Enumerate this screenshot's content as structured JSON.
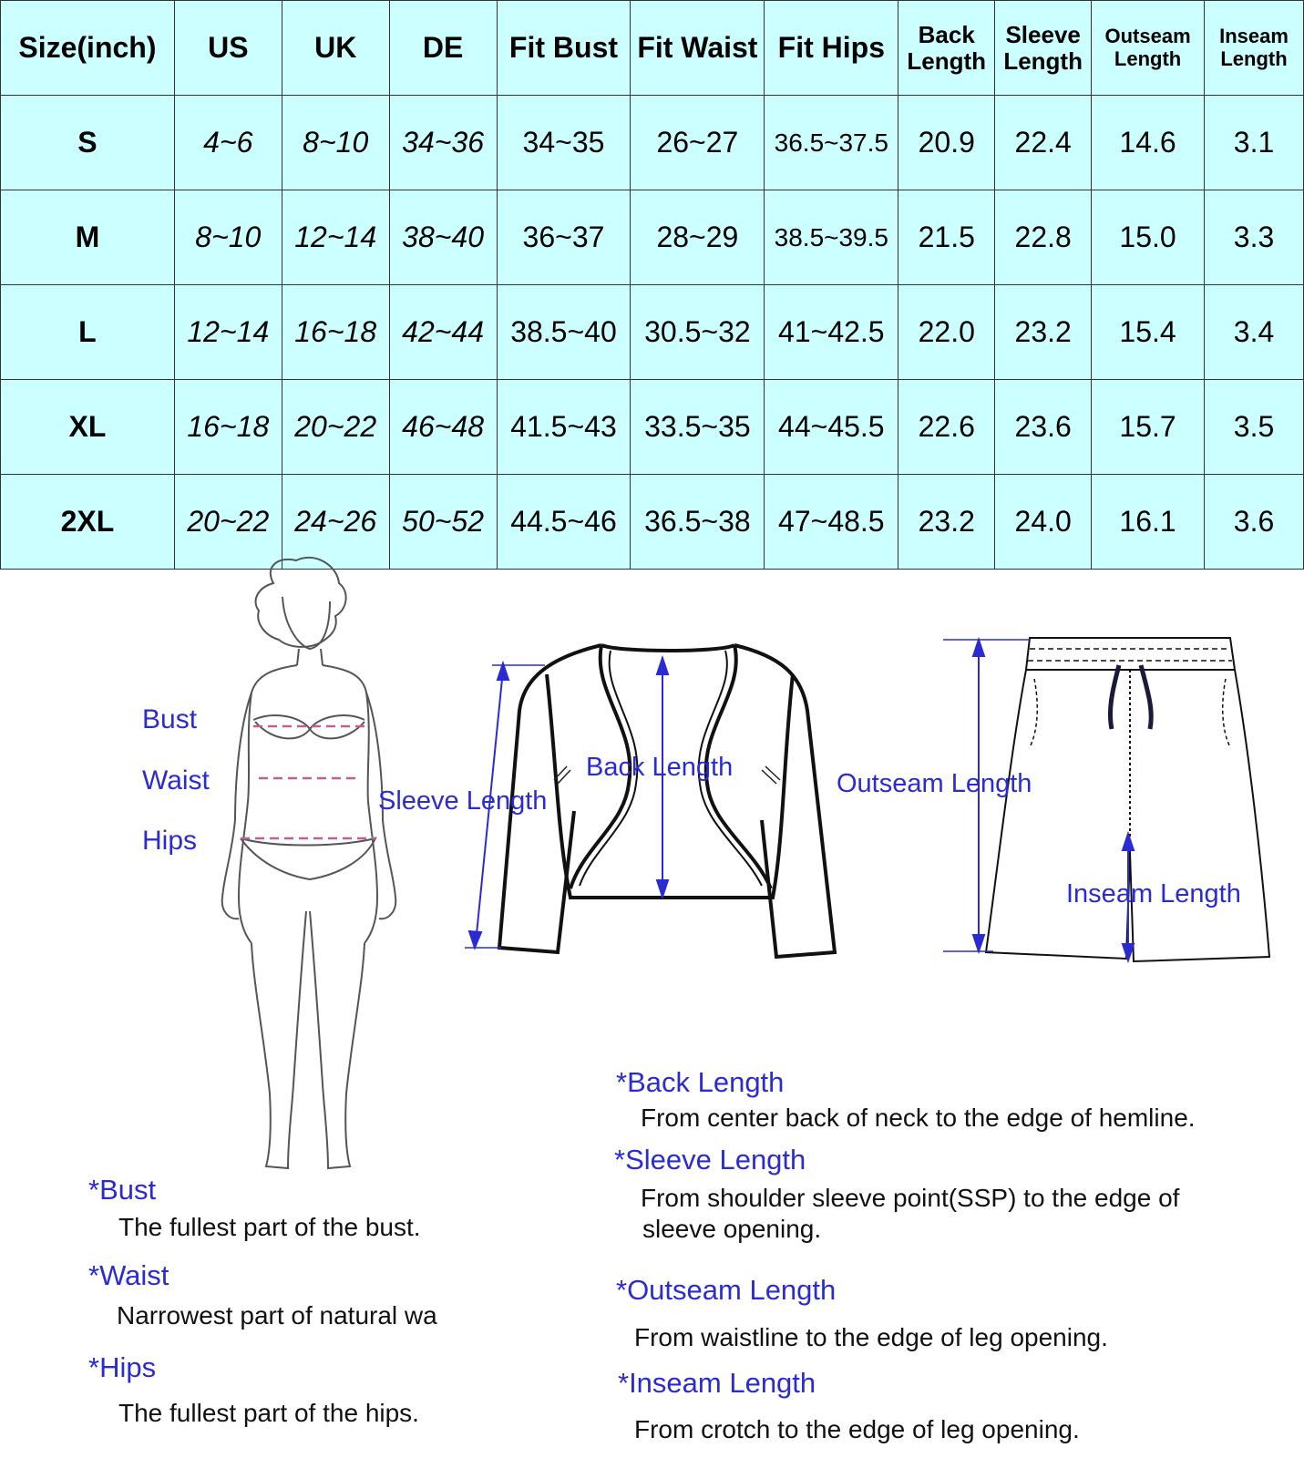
{
  "colors": {
    "table_bg": "#ccffff",
    "label_blue": "#2b2bd4",
    "measure_pink": "#c06090"
  },
  "table": {
    "headers": [
      "Size(inch)",
      "US",
      "UK",
      "DE",
      "Fit Bust",
      "Fit Waist",
      "Fit Hips",
      "Back Length",
      "Sleeve Length",
      "Outseam Length",
      "Inseam Length"
    ],
    "rows": [
      [
        "S",
        "4~6",
        "8~10",
        "34~36",
        "34~35",
        "26~27",
        "36.5~37.5",
        "20.9",
        "22.4",
        "14.6",
        "3.1"
      ],
      [
        "M",
        "8~10",
        "12~14",
        "38~40",
        "36~37",
        "28~29",
        "38.5~39.5",
        "21.5",
        "22.8",
        "15.0",
        "3.3"
      ],
      [
        "L",
        "12~14",
        "16~18",
        "42~44",
        "38.5~40",
        "30.5~32",
        "41~42.5",
        "22.0",
        "23.2",
        "15.4",
        "3.4"
      ],
      [
        "XL",
        "16~18",
        "20~22",
        "46~48",
        "41.5~43",
        "33.5~35",
        "44~45.5",
        "22.6",
        "23.6",
        "15.7",
        "3.5"
      ],
      [
        "2XL",
        "20~22",
        "24~26",
        "50~52",
        "44.5~46",
        "36.5~38",
        "47~48.5",
        "23.2",
        "24.0",
        "16.1",
        "3.6"
      ]
    ]
  },
  "diagram": {
    "body_labels": {
      "bust": "Bust",
      "waist": "Waist",
      "hips": "Hips"
    },
    "jacket_labels": {
      "sleeve": "Sleeve Length",
      "back": "Back Length"
    },
    "shorts_labels": {
      "outseam": "Outseam Length",
      "inseam": "Inseam Length"
    }
  },
  "definitions": {
    "bust": {
      "head": "*Bust",
      "text": "The fullest part of the bust."
    },
    "waist": {
      "head": "*Waist",
      "text": "Narrowest part of natural wa"
    },
    "hips": {
      "head": "*Hips",
      "text": "The fullest part of the hips."
    },
    "back": {
      "head": "*Back Length",
      "text": "From center back of neck to the edge of hemline."
    },
    "sleeve": {
      "head": "*Sleeve Length",
      "text_line1": "From shoulder sleeve point(SSP) to the edge of",
      "text_line2": "sleeve opening."
    },
    "outseam": {
      "head": "*Outseam Length",
      "text": "From waistline to the edge of leg opening."
    },
    "inseam": {
      "head": "*Inseam Length",
      "text": "From crotch to the edge of leg opening."
    }
  }
}
